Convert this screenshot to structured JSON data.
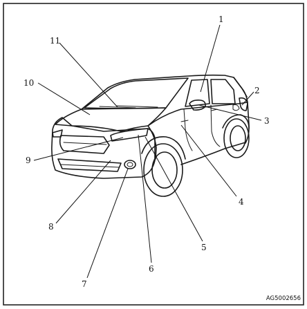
{
  "figure": {
    "code": "AG5002656",
    "callouts": [
      "1",
      "2",
      "3",
      "4",
      "5",
      "6",
      "7",
      "8",
      "9",
      "10",
      "11"
    ]
  }
}
